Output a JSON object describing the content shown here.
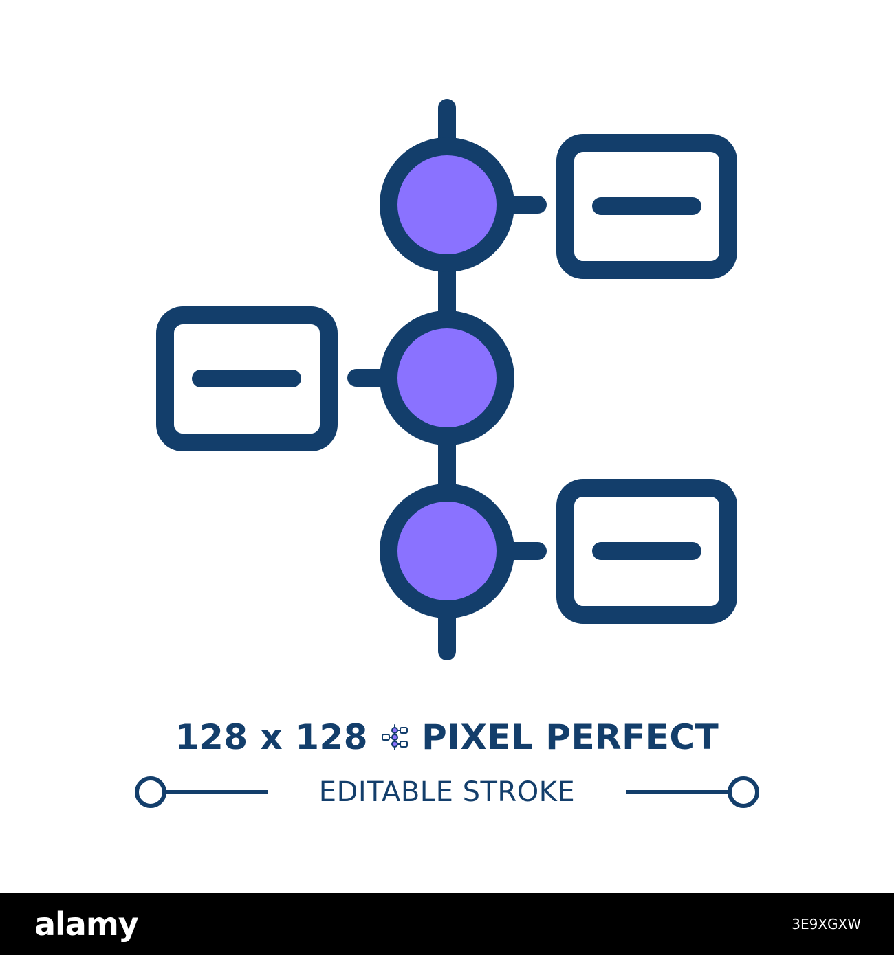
{
  "colors": {
    "stroke": "#133e6b",
    "fill": "#8a72ff",
    "background": "#ffffff",
    "footer": "#000000"
  },
  "icon": {
    "name": "timeline-icon"
  },
  "caption": {
    "size": "128 x 128",
    "quality": "PIXEL PERFECT",
    "stroke": "EDITABLE STROKE"
  },
  "footer": {
    "brand": "alamy",
    "image_id": "3E9XGXW"
  }
}
